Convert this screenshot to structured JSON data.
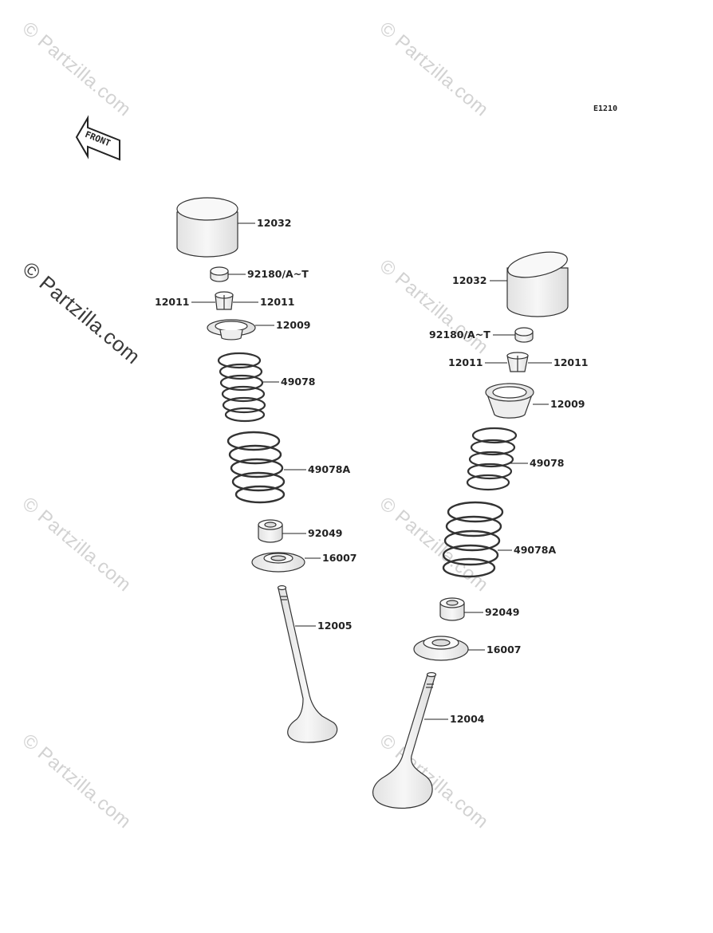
{
  "diagram_code": "E1210",
  "front_label": "FRONT",
  "watermark_text": "© Partzilla.com",
  "left_assembly": {
    "tappet": "12032",
    "shim": "92180/A~T",
    "cotter_left": "12011",
    "cotter_right": "12011",
    "retainer": "12009",
    "inner_spring": "49078",
    "outer_spring": "49078A",
    "stem_seal": "92049",
    "spring_seat": "16007",
    "valve": "12005"
  },
  "right_assembly": {
    "tappet": "12032",
    "shim": "92180/A~T",
    "cotter_left": "12011",
    "cotter_right": "12011",
    "retainer": "12009",
    "inner_spring": "49078",
    "outer_spring": "49078A",
    "stem_seal": "92049",
    "spring_seat": "16007",
    "valve": "12004"
  },
  "colors": {
    "line": "#333333",
    "part_fill": "#ececec",
    "watermark": "#d2d2d2"
  }
}
